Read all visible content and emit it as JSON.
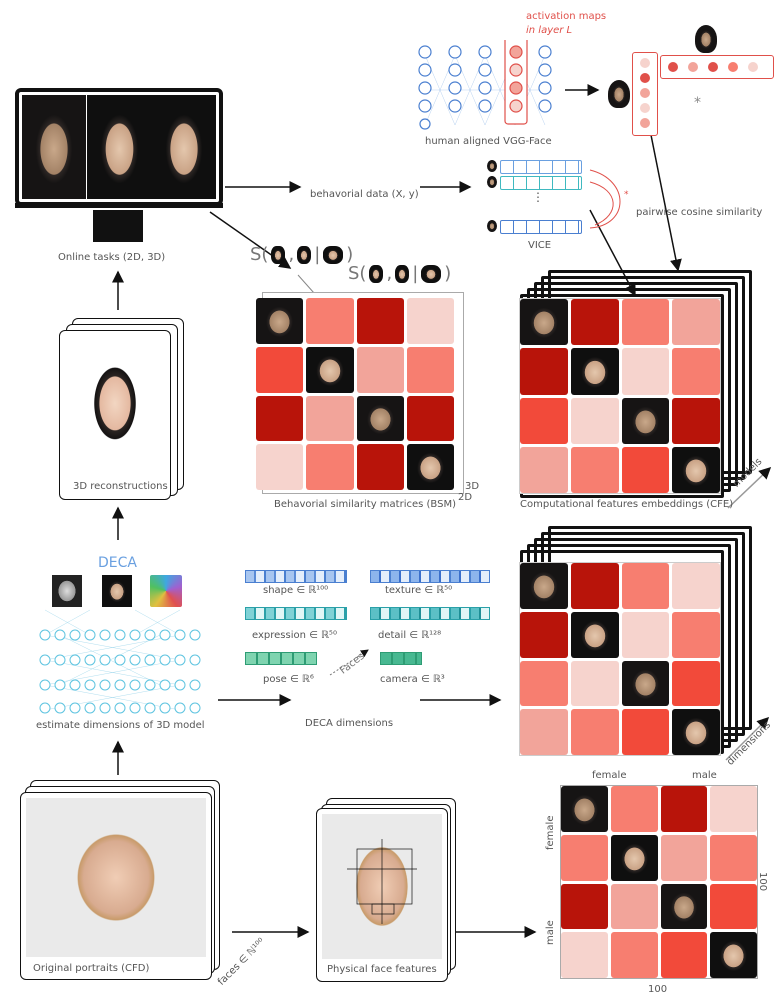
{
  "labels": {
    "activation_maps": "activation maps",
    "in_layer": "in layer L",
    "human_aligned": "human aligned VGG-Face",
    "behavioral_data": "behavorial data (X, y)",
    "vice": "VICE",
    "pairwise": "pairwise cosine similarity",
    "online_tasks": "Online tasks (2D, 3D)",
    "bsm": "Behavorial similarity matrices (BSM)",
    "cfe": "Computational features embeddings (CFE)",
    "models": "models",
    "three_d": "3D",
    "two_d": "2D",
    "reconstructions": "3D reconstructions",
    "deca": "DECA",
    "estimate": "estimate dimensions of 3D model",
    "deca_dims": "DECA dimensions",
    "dimensions": "dimensions",
    "shape": "shape ∈ ℝ¹⁰⁰",
    "texture": "texture ∈ ℝ⁵⁰",
    "expression": "expression ∈ ℝ⁵⁰",
    "detail": "detail ∈ ℝ¹²⁸",
    "pose": "pose ∈ ℝ⁶",
    "camera": "camera ∈ ℝ³",
    "faces_axis": "Faces",
    "original": "Original portraits (CFD)",
    "faces_n": "faces ∈ ℕ¹⁰⁰",
    "physical": "Physical face features",
    "female_top": "female",
    "male_top": "male",
    "female_left": "female",
    "male_left": "male",
    "hundred_right": "100",
    "hundred_bottom": "100",
    "s_formula": "S(",
    "s_bar": "|",
    "s_close": ")",
    "star": "*",
    "ellipsis": "⋮"
  },
  "colors": {
    "dark_red": "#b8140a",
    "red": "#f24a3a",
    "salmon": "#f77e70",
    "pink": "#f2a49a",
    "light_pink": "#f6d3cd",
    "blue": "#5b8bd6",
    "teal": "#3fb9c0",
    "green": "#48b891"
  },
  "matrices": {
    "bsm": [
      "face",
      "salmon",
      "dark_red",
      "light_pink",
      "red",
      "face",
      "pink",
      "salmon",
      "dark_red",
      "pink",
      "face",
      "dark_red",
      "light_pink",
      "salmon",
      "dark_red",
      "face"
    ],
    "cfe": [
      "face",
      "dark_red",
      "salmon",
      "pink",
      "dark_red",
      "face",
      "light_pink",
      "salmon",
      "red",
      "light_pink",
      "face",
      "dark_red",
      "pink",
      "salmon",
      "red",
      "face"
    ],
    "deca": [
      "face",
      "dark_red",
      "salmon",
      "light_pink",
      "dark_red",
      "face",
      "light_pink",
      "salmon",
      "salmon",
      "light_pink",
      "face",
      "red",
      "pink",
      "salmon",
      "red",
      "face"
    ],
    "phys": [
      "face",
      "salmon",
      "dark_red",
      "light_pink",
      "salmon",
      "face",
      "pink",
      "salmon",
      "dark_red",
      "pink",
      "face",
      "red",
      "light_pink",
      "salmon",
      "red",
      "face"
    ]
  }
}
